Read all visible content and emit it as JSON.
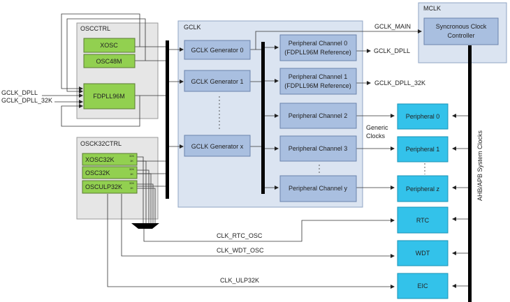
{
  "colors": {
    "panel_fill": "#e6e6e6",
    "gclk_fill": "#dbe4f1",
    "mclk_fill": "#dbe4f1",
    "osc_green": "#92d050",
    "block_blue": "#a9bfe0",
    "peripheral_cyan": "#33c2ea",
    "bus": "#000000"
  },
  "oscctrl": {
    "title": "OSCCTRL",
    "xosc": "XOSC",
    "osc48m": "OSC48M",
    "fdpll96m": "FDPLL96M"
  },
  "inputs": {
    "gclk_dpll": "GCLK_DPLL",
    "gclk_dpll_32k": "GCLK_DPLL_32K"
  },
  "osck32ctrl": {
    "title": "OSCK32CTRL",
    "xosc32k": "XOSC32K",
    "osc32k": "OSC32K",
    "osculp32k": "OSCULP32K",
    "sub_32k": "32K",
    "sub_1k": "1K"
  },
  "gclk": {
    "title": "GCLK",
    "gen0": "GCLK Generator 0",
    "gen1": "GCLK Generator 1",
    "genx": "GCLK Generator x",
    "ch0_line1": "Peripheral Channel 0",
    "ch0_line2": "(FDPLL96M Reference)",
    "ch1_line1": "Peripheral Channel 1",
    "ch1_line2": "(FDPLL96M Reference)",
    "ch2": "Peripheral Channel 2",
    "ch3": "Peripheral Channel 3",
    "chy": "Peripheral Channel y"
  },
  "mclk": {
    "title": "MCLK",
    "sync_line1": "Syncronous Clock",
    "sync_line2": "Controller",
    "bus_label": "AHB/APB System Clocks"
  },
  "signals": {
    "gclk_main": "GCLK_MAIN",
    "gclk_dpll_out": "GCLK_DPLL",
    "gclk_dpll_32k_out": "GCLK_DPLL_32K",
    "generic_line1": "Generic",
    "generic_line2": "Clocks",
    "clk_rtc_osc": "CLK_RTC_OSC",
    "clk_wdt_osc": "CLK_WDT_OSC",
    "clk_ulp32k": "CLK_ULP32K"
  },
  "peripherals": {
    "p0": "Peripheral 0",
    "p1": "Peripheral 1",
    "pz": "Peripheral z",
    "rtc": "RTC",
    "wdt": "WDT",
    "eic": "EIC"
  }
}
